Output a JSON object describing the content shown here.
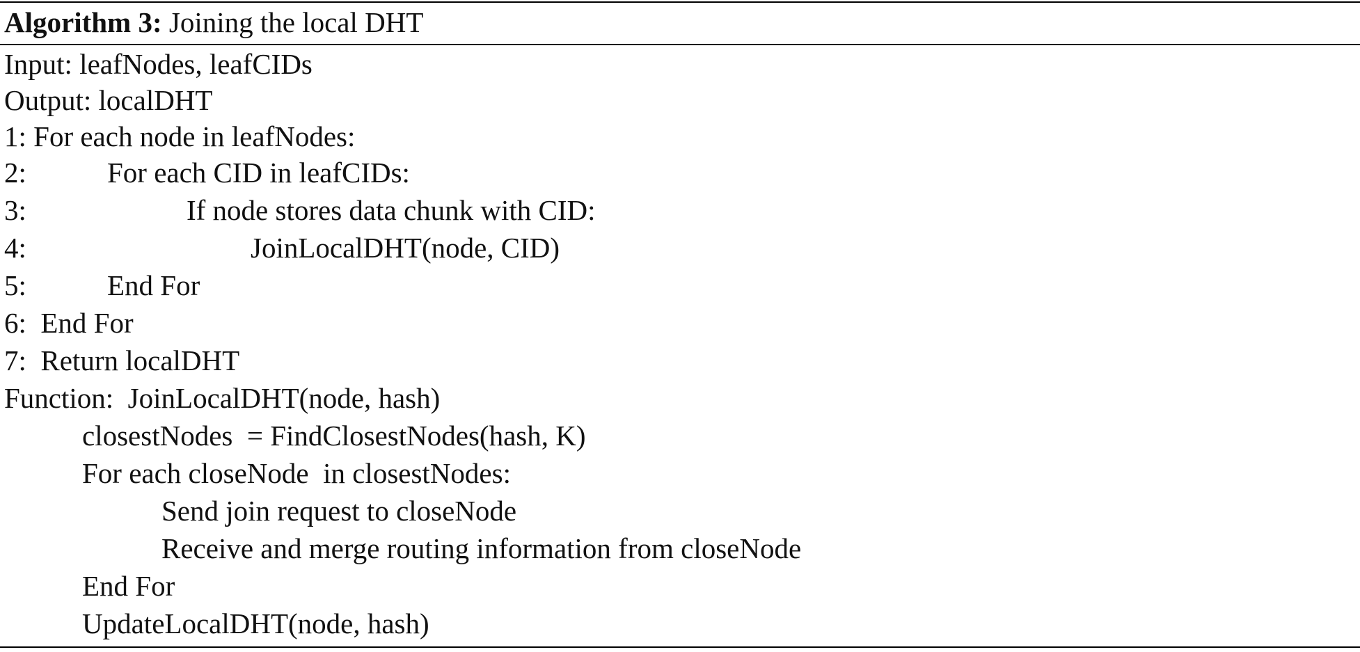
{
  "algorithm": {
    "label": "Algorithm 3:",
    "title": "Joining the local DHT"
  },
  "lines": {
    "input": "Input: leafNodes, leafCIDs",
    "output": "Output: localDHT",
    "l1": "1: For each node in leafNodes:",
    "l2_num": "2:",
    "l2_text": "For each CID in leafCIDs:",
    "l3_num": "3:",
    "l3_text": "If node stores data chunk with CID:",
    "l4_num": "4:",
    "l4_text": "JoinLocalDHT(node, CID)",
    "l5_num": "5:",
    "l5_text": "End For",
    "l6": "6:  End For",
    "l7": "7:  Return localDHT",
    "function": "Function:  JoinLocalDHT(node, hash)",
    "f1": "closestNodes  = FindClosestNodes(hash, K)",
    "f2": "For each closeNode  in closestNodes:",
    "f3": "Send join request to closeNode",
    "f4": "Receive and merge routing information from closeNode",
    "f5": "End For",
    "f6": "UpdateLocalDHT(node, hash)"
  }
}
